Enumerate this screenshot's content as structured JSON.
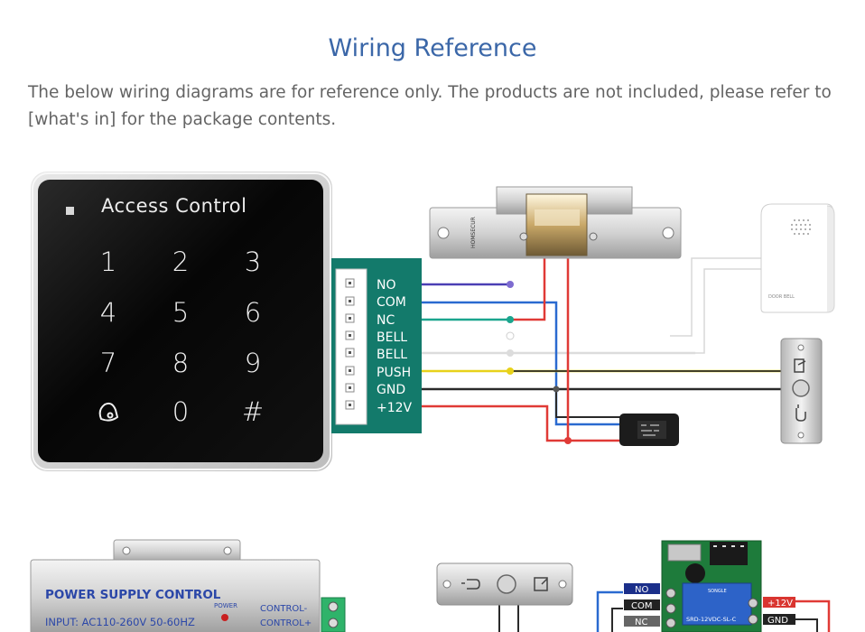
{
  "title": "Wiring Reference",
  "intro": "The below wiring diagrams are for reference only. The products are not included, please refer to [what's in] for the package contents.",
  "keypad": {
    "label": "Access Control",
    "keys": [
      "1",
      "2",
      "3",
      "4",
      "5",
      "6",
      "7",
      "8",
      "9",
      "",
      "0",
      "#"
    ]
  },
  "terminals": [
    "NO",
    "COM",
    "NC",
    "BELL",
    "BELL",
    "PUSH",
    "GND",
    "+12V"
  ],
  "lock_brand": "HOMSECUR",
  "doorbell_label": "DOOR BELL",
  "psu": {
    "title": "POWER SUPPLY CONTROL",
    "input": "INPUT: AC110-260V 50-60HZ",
    "power": "POWER",
    "control_minus": "CONTROL-",
    "control_plus": "CONTROL+"
  },
  "relay": {
    "brand": "SONGLE",
    "model": "SRD-12VDC-SL-C",
    "left_labels": [
      "NO",
      "COM",
      "NC"
    ],
    "right_labels": [
      "+12V",
      "GND"
    ]
  },
  "colors": {
    "title": "#3b67a8",
    "terminal_board": "#137a6b",
    "wire_no": "#4a3fb4",
    "wire_com": "#2a6ad0",
    "wire_nc": "#1ba58e",
    "wire_bell": "#dddddd",
    "wire_push": "#e8d21a",
    "wire_gnd": "#222222",
    "wire_12v": "#e03a36"
  }
}
